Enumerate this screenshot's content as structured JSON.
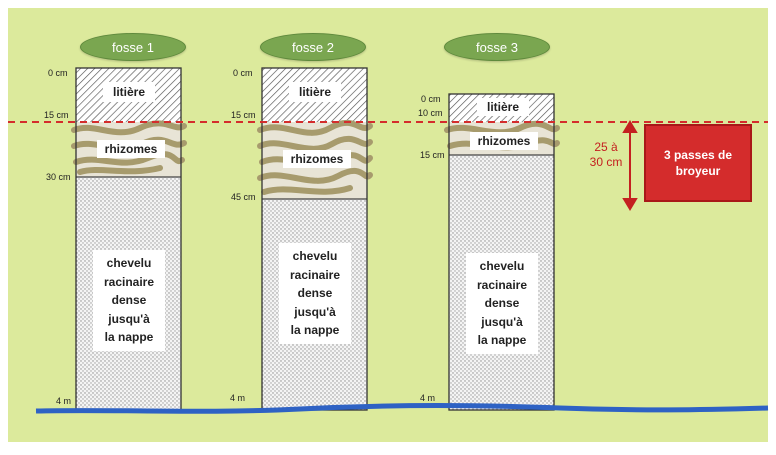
{
  "colors": {
    "background": "#dcea9c",
    "oval_fill": "#7aa650",
    "root_mat": "#a79b6d",
    "water": "#2e62c4",
    "red_accent": "#d42c2c"
  },
  "fosses": [
    {
      "title": "fosse 1",
      "depths": [
        "0 cm",
        "15 cm",
        "30 cm",
        "4 m"
      ],
      "litter_label": "litière",
      "rhizome_label": "rhizomes",
      "roots_label": "chevelu\nracinaire\ndense\njusqu'à\nla nappe"
    },
    {
      "title": "fosse 2",
      "depths": [
        "0 cm",
        "15 cm",
        "45 cm",
        "4 m"
      ],
      "litter_label": "litière",
      "rhizome_label": "rhizomes",
      "roots_label": "chevelu\nracinaire\ndense\njusqu'à\nla nappe"
    },
    {
      "title": "fosse 3",
      "depths": [
        "0 cm",
        "10 cm",
        "15 cm",
        "4 m"
      ],
      "litter_label": "litière",
      "rhizome_label": "rhizomes",
      "roots_label": "chevelu\nracinaire\ndense\njusqu'à\nla nappe"
    }
  ],
  "annotation": {
    "range_label": "25 à\n30 cm",
    "box_label": "3 passes de\nbroyeur"
  }
}
